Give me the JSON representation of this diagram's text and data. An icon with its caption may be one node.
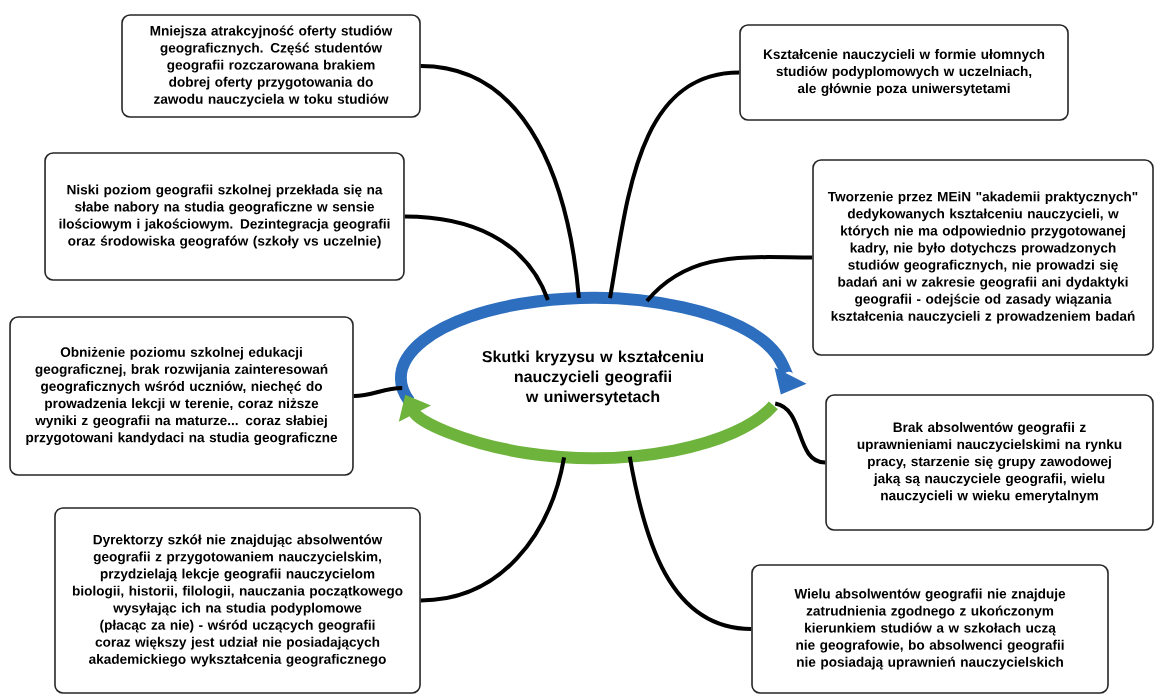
{
  "diagram": {
    "nodes": [
      {
        "text": [
          "Skutki kryzysu w kształceniu nauczycieli geografii w uniwersytetach"
        ]
      },
      {
        "text": [
          "Mniejsza atrakcyjność oferty studiów geograficznych. Część studentów geografii rozczarowana brakiem dobrej oferty przygotowania do zawodu nauczyciela w toku studiów"
        ]
      },
      {
        "text": [
          "Niski poziom geografii szkolnej przekłada się na słabe nabory na studia geograficzne w sensie ilościowym i jakościowym. Dezintegracja geografii oraz środowiska geografów (szkoły vs uczelnie)"
        ]
      },
      {
        "text": [
          "Obniżenie poziomu szkolnej edukacji geograficznej, brak rozwijania zainteresowań geograficznych wśród uczniów, niechęć do prowadzenia lekcji w terenie, coraz niższe wyniki z geografii na maturze... coraz słabiej przygotowani kandydaci na studia geograficzne"
        ]
      },
      {
        "text": [
          "Dyrektorzy szkół nie znajdując absolwentów geografii z przygotowaniem nauczycielskim, przydzielają lekcje geografii nauczycielom biologii, historii, filologii, nauczania początkowego wysyłając ich na studia podyplomowe (płacąc za nie) - wśród uczących geografii coraz większy jest udział nie posiadających akademickiego wykształcenia geograficznego"
        ]
      },
      {
        "text": [
          "Kształcenie nauczycieli w formie ułomnych studiów podyplomowych w uczelniach, ale głównie poza uniwersytetami"
        ]
      },
      {
        "text": [
          "Tworzenie przez MEiN \"akademii praktycznych\" dedykowanych kształceniu nauczycieli, w których nie ma odpowiednio przygotowanej kadry, nie było dotychczs prowadzonych studiów geograficznych, nie prowadzi się badań ani w zakresie geografii ani dydaktyki geografii - odejście od zasady wiązania kształcenia nauczycieli z prowadzeniem badań"
        ]
      },
      {
        "text": [
          "Brak absolwentów geografii z uprawnieniami nauczycielskimi na rynku pracy, starzenie się grupy zawodowej jaką są nauczyciele geografii, wielu nauczycieli w wieku emerytalnym"
        ]
      },
      {
        "text": [
          "Wielu absolwentów geografii nie znajduje zatrudnienia zgodnego z ukończonym kierunkiem studiów a w szkołach uczą nie geografowie, bo absolwenci geografii nie posiadają uprawnień nauczycielskich"
        ]
      }
    ],
    "edges": [
      {
        "from": 0,
        "to": 1,
        "arrow": "none"
      },
      {
        "from": 0,
        "to": 2,
        "arrow": "none"
      },
      {
        "from": 0,
        "to": 3,
        "arrow": "none"
      },
      {
        "from": 0,
        "to": 4,
        "arrow": "none"
      },
      {
        "from": 0,
        "to": 5,
        "arrow": "none"
      },
      {
        "from": 0,
        "to": 6,
        "arrow": "none"
      },
      {
        "from": 0,
        "to": 7,
        "arrow": "none"
      },
      {
        "from": 0,
        "to": 8,
        "arrow": "none"
      }
    ]
  }
}
